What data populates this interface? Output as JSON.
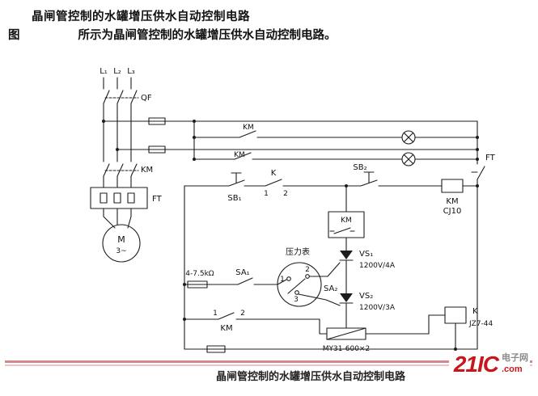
{
  "page": {
    "title": "晶闸管控制的水罐增压供水自动控制电路",
    "figure_label": "图",
    "intro_text": "所示为晶闸管控制的水罐增压供水自动控制电路。",
    "caption": "晶闸管控制的水罐增压供水自动控制电路"
  },
  "watermark": {
    "brand": "21IC",
    "site_name": "电子网",
    "domain_suffix": ".com",
    "brand_color": "#c8161d",
    "muted_color": "#8b8b8b"
  },
  "circuit": {
    "stroke_color": "#1c1c1c",
    "labels": {
      "phase_l1": "L₁",
      "phase_l2": "L₂",
      "phase_l3": "L₃",
      "breaker_qf": "QF",
      "contactor_main_km": "KM",
      "thermal_relay_ft": "FT",
      "motor_m": "M",
      "motor_phases": "3~",
      "lamp_contact_km_1": "KM",
      "lamp_contact_km_2": "KM",
      "thermal_contact_ft": "FT",
      "stop_button_sb1": "SB₁",
      "terminal_1": "1",
      "terminal_2": "2",
      "relay_contact_k": "K",
      "start_button_sb2": "SB₂",
      "contactor_coil_km": "KM",
      "contactor_model": "CJ10",
      "selfhold_contact_km": "KM",
      "thyristor_vs1": "VS₁",
      "thyristor_vs1_rating": "1200V/4A",
      "thyristor_vs2": "VS₂",
      "thyristor_vs2_rating": "1200V/3A",
      "pressure_gauge": "压力表",
      "switch_sa1": "SA₁",
      "switch_sa2": "SA₂",
      "resistor_range": "4-7.5kΩ",
      "gauge_terminal_1": "1",
      "gauge_terminal_2": "2",
      "gauge_terminal_3": "3",
      "bottom_terminal_1": "1",
      "bottom_terminal_2": "2",
      "bottom_contact_km": "KM",
      "varistor_my31": "MY31-600×2",
      "relay_coil_k": "K",
      "relay_model_k": "JZ7-44"
    }
  }
}
